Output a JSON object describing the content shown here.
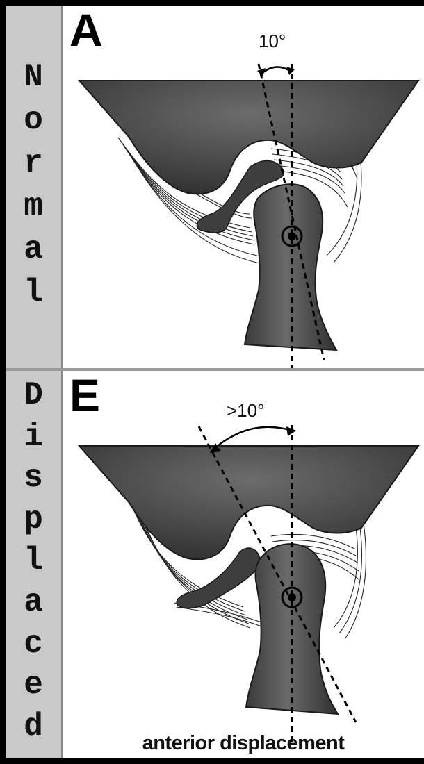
{
  "labels": {
    "normal": [
      "N",
      "o",
      "r",
      "m",
      "a",
      "l"
    ],
    "displaced": [
      "D",
      "i",
      "s",
      "p",
      "l",
      "a",
      "c",
      "e",
      "d"
    ]
  },
  "panels": {
    "a": {
      "letter": "A",
      "angle": "10°"
    },
    "e": {
      "letter": "E",
      "angle": ">10°",
      "caption": "anterior displacement"
    }
  },
  "colors": {
    "bone": "#4a4a4a",
    "bone_dark": "#2e2e2e",
    "disc": "#3c3c3c",
    "label_bg": "#c9c9c9"
  }
}
